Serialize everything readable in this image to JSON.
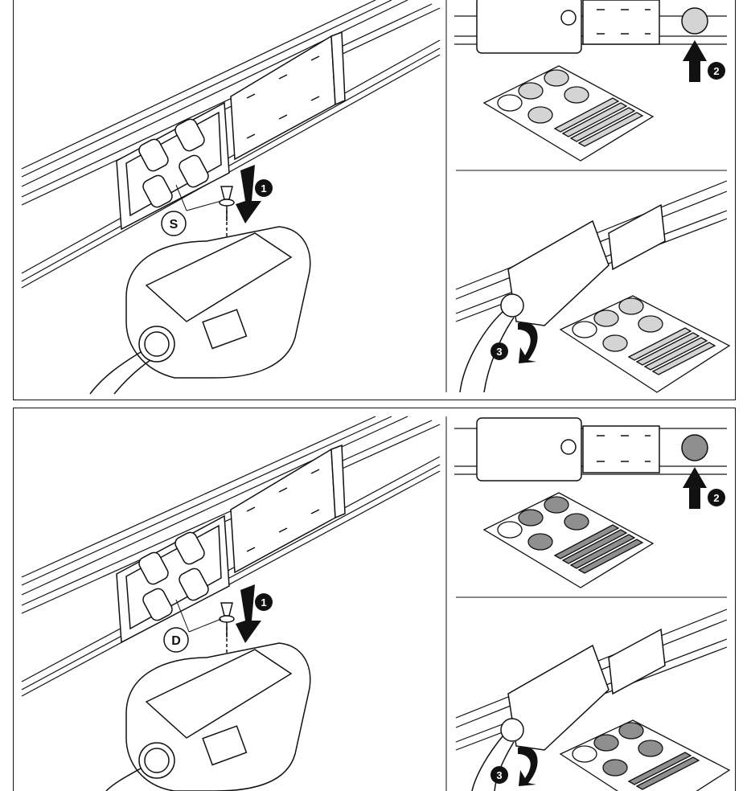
{
  "panels": [
    {
      "id": "top",
      "part_label": "S",
      "step_1": "1",
      "step_2": "2",
      "step_3": "3",
      "indicator_dot_color": "#d4d4d4",
      "label_circle_fills": [
        "#ffffff",
        "#d4d4d4",
        "#d4d4d4",
        "#d4d4d4",
        "#d4d4d4"
      ],
      "label_stripe_color": "#d4d4d4"
    },
    {
      "id": "bottom",
      "part_label": "D",
      "step_1": "1",
      "step_2": "2",
      "step_3": "3",
      "indicator_dot_color": "#8f8f8f",
      "label_circle_fills": [
        "#ffffff",
        "#8f8f8f",
        "#8f8f8f",
        "#8f8f8f",
        "#8f8f8f"
      ],
      "label_stripe_color": "#8f8f8f"
    }
  ],
  "colors": {
    "line": "#111111",
    "marker": "#111111"
  }
}
